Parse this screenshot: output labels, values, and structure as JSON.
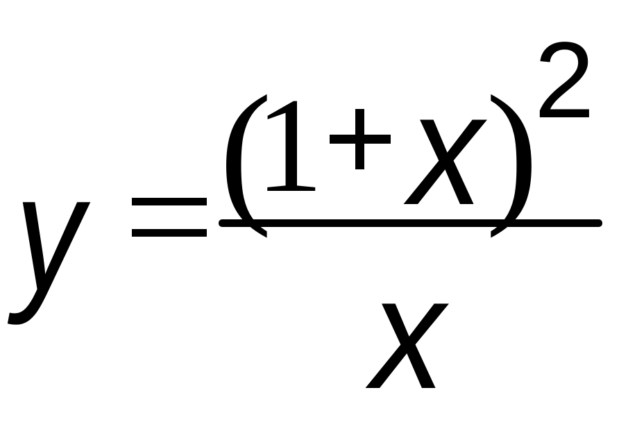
{
  "equation": {
    "lhs": "y",
    "equals": "=",
    "numerator": {
      "open_paren": "(",
      "one": "1",
      "plus": "+",
      "variable": "x",
      "close_paren": ")",
      "exponent": "2"
    },
    "denominator": {
      "variable": "x"
    }
  }
}
